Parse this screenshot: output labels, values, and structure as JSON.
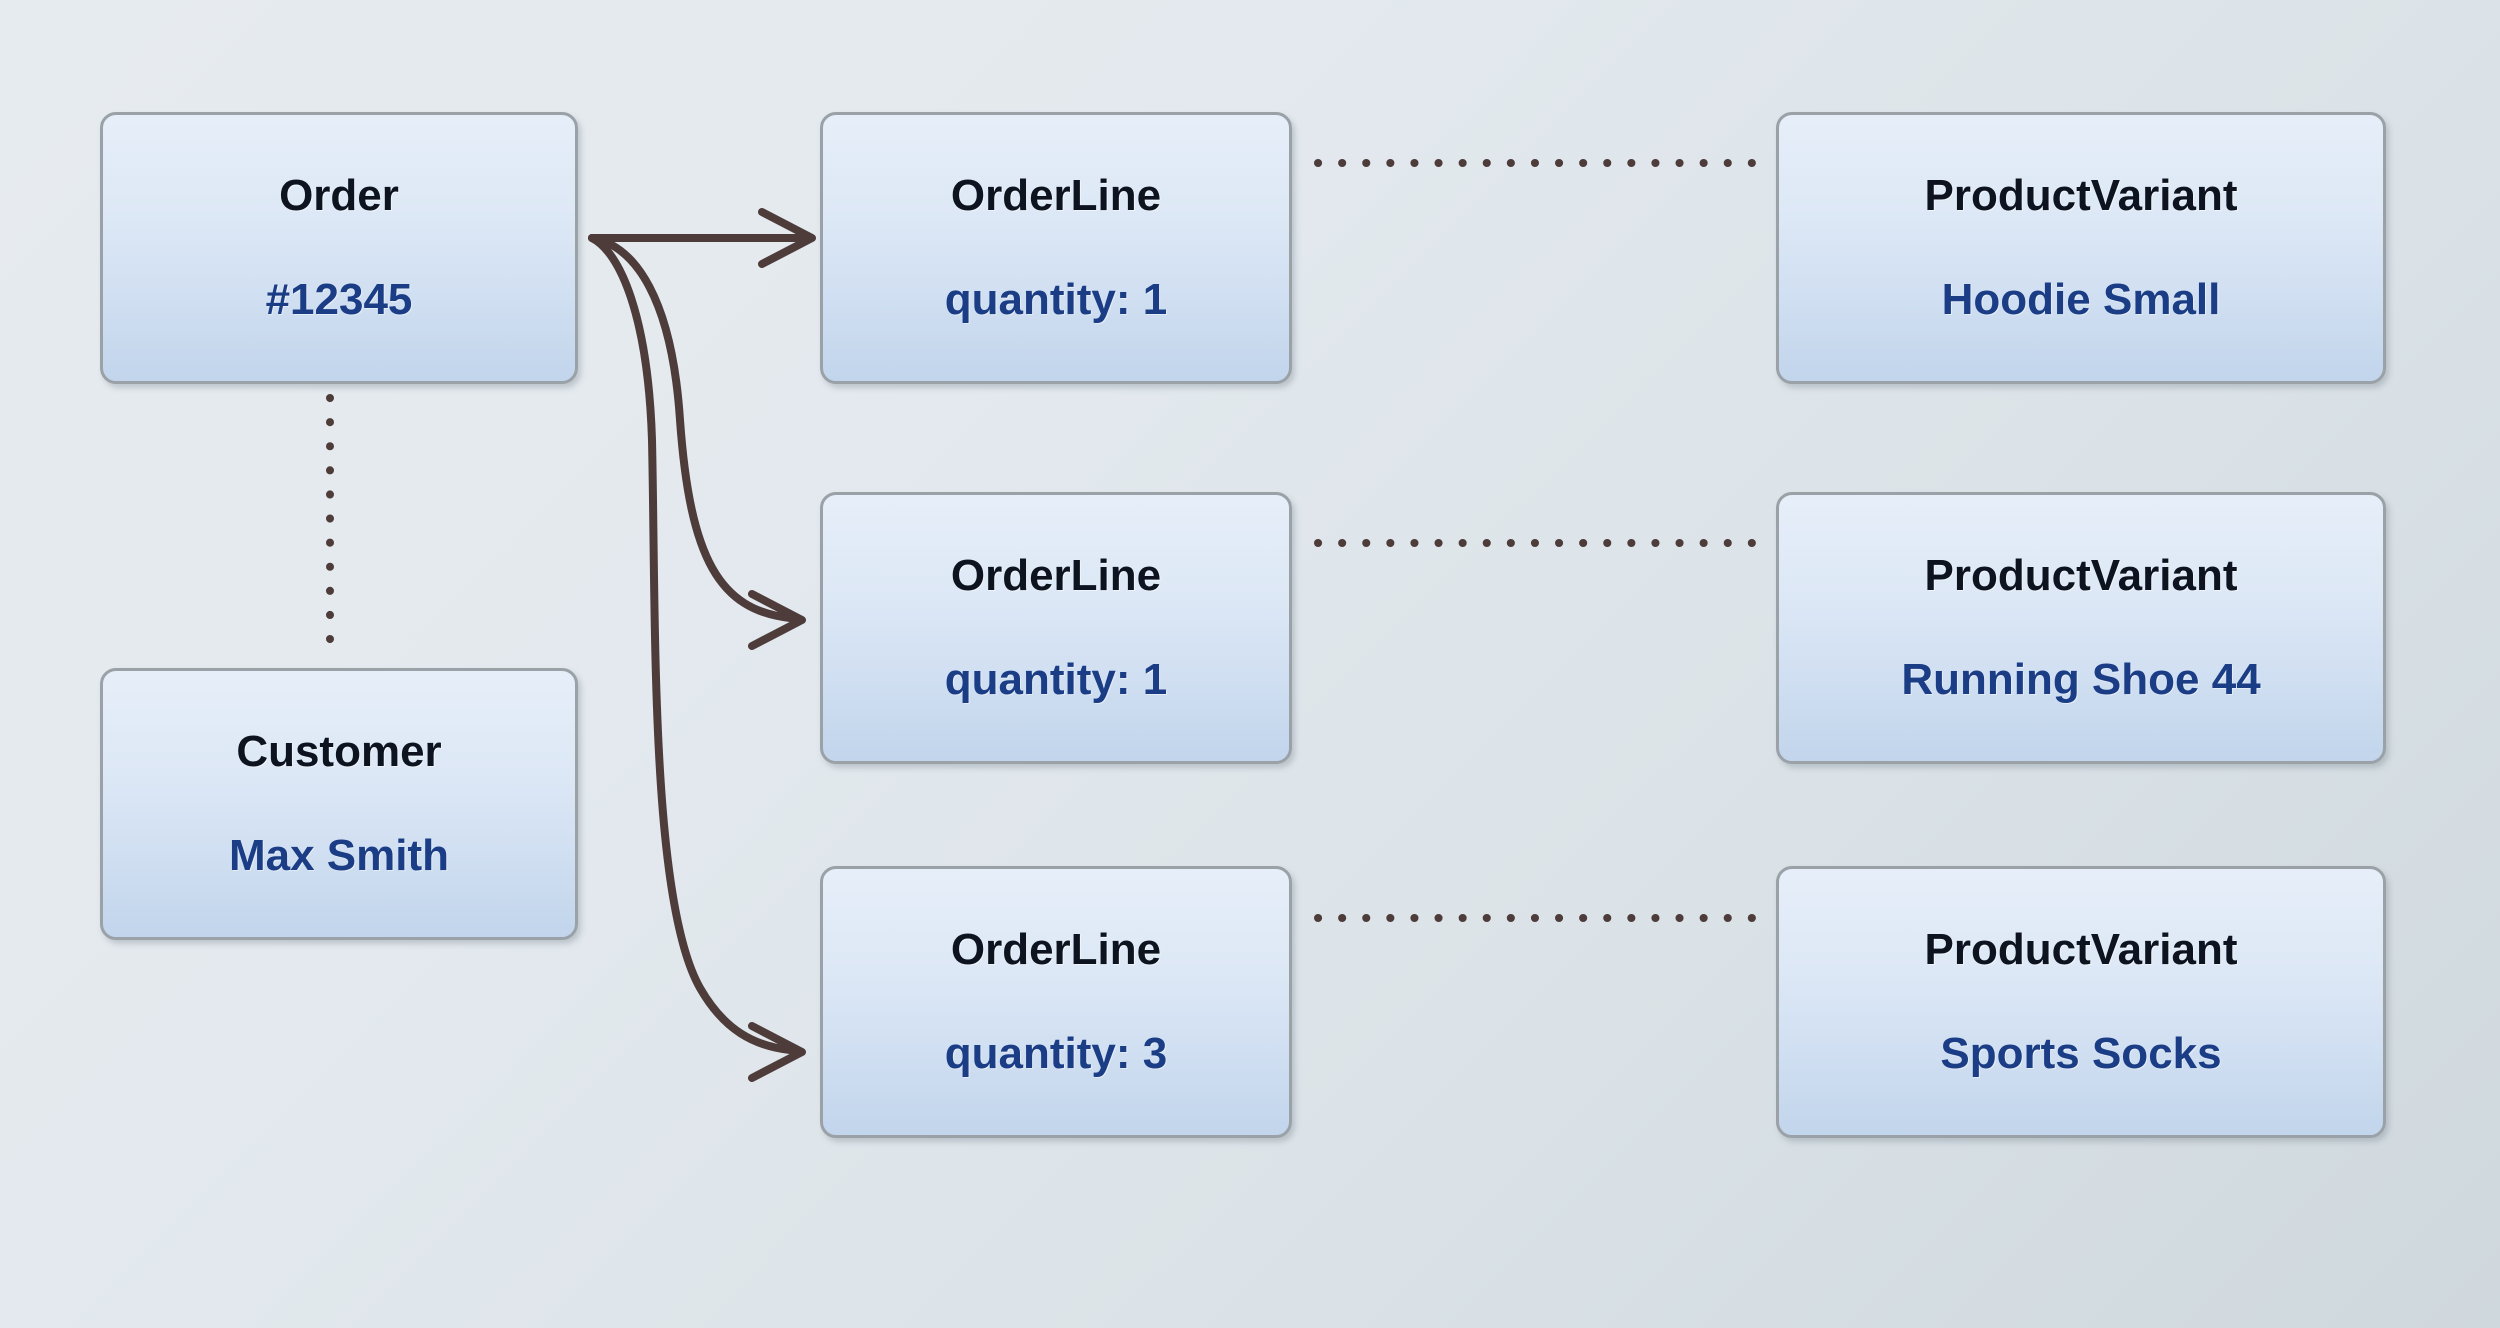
{
  "diagram": {
    "type": "entity-relationship-object-diagram",
    "background": {
      "from_color": "#e6ebef",
      "to_color": "#cfd8dd"
    },
    "palette": {
      "node_border": "#9aa2a8",
      "node_fill_top": "#e6eef9",
      "node_fill_bottom": "#c2d5ec",
      "title_color": "#0d1420",
      "value_color": "#1b3d86",
      "edge_color": "#4e3c3a"
    },
    "nodes": [
      {
        "id": "order",
        "title": "Order",
        "value": "#12345"
      },
      {
        "id": "customer",
        "title": "Customer",
        "value": "Max Smith"
      },
      {
        "id": "orderline_1",
        "title": "OrderLine",
        "value": "quantity: 1"
      },
      {
        "id": "orderline_2",
        "title": "OrderLine",
        "value": "quantity: 1"
      },
      {
        "id": "orderline_3",
        "title": "OrderLine",
        "value": "quantity: 3"
      },
      {
        "id": "variant_1",
        "title": "ProductVariant",
        "value": "Hoodie Small"
      },
      {
        "id": "variant_2",
        "title": "ProductVariant",
        "value": "Running Shoe 44"
      },
      {
        "id": "variant_3",
        "title": "ProductVariant",
        "value": "Sports Socks"
      }
    ],
    "edges": [
      {
        "id": "order-to-orderline-1",
        "from": "order",
        "to": "orderline_1",
        "style": "solid-arrow"
      },
      {
        "id": "order-to-orderline-2",
        "from": "order",
        "to": "orderline_2",
        "style": "solid-arrow"
      },
      {
        "id": "order-to-orderline-3",
        "from": "order",
        "to": "orderline_3",
        "style": "solid-arrow"
      },
      {
        "id": "order-to-customer",
        "from": "order",
        "to": "customer",
        "style": "dotted"
      },
      {
        "id": "orderline-1-variant-1",
        "from": "orderline_1",
        "to": "variant_1",
        "style": "dotted"
      },
      {
        "id": "orderline-2-variant-2",
        "from": "orderline_2",
        "to": "variant_2",
        "style": "dotted"
      },
      {
        "id": "orderline-3-variant-3",
        "from": "orderline_3",
        "to": "variant_3",
        "style": "dotted"
      }
    ]
  }
}
